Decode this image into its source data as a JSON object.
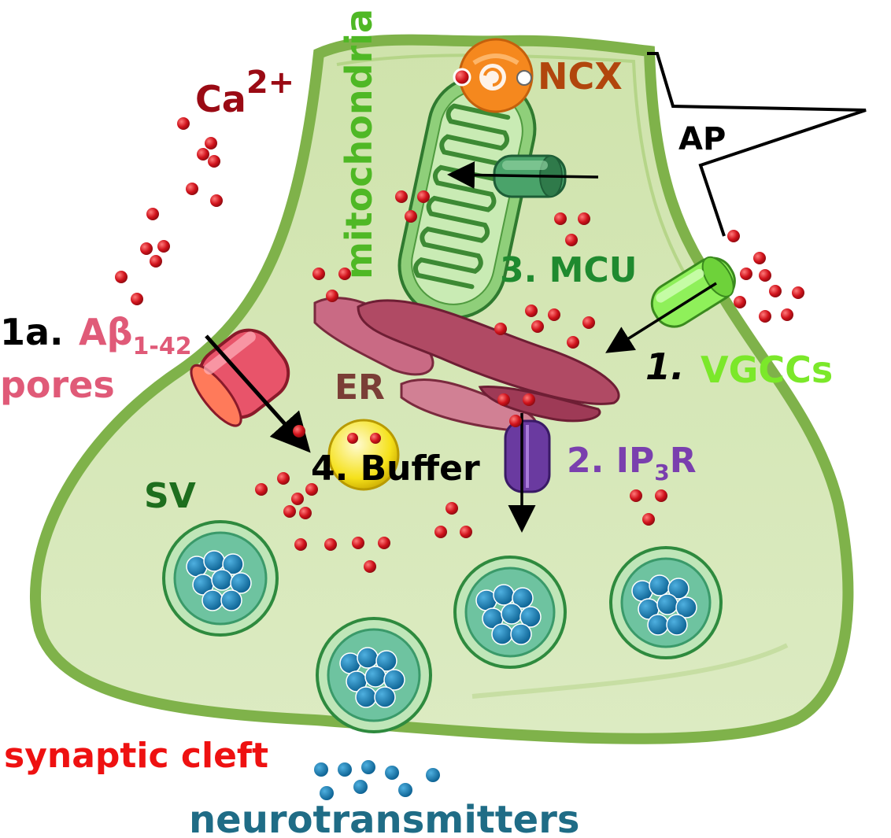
{
  "labels": {
    "ca": "Ca",
    "ca_sup": "2+",
    "ncx": "NCX",
    "mitochondria": "mitochondria",
    "ap": "AP",
    "mcu": "3. MCU",
    "abeta_num": "1a.",
    "abeta_a": "Aβ",
    "abeta_sub": "1-42",
    "abeta_pores": "pores",
    "er": "ER",
    "vgcc_num": "1.",
    "vgcc": "VGCCs",
    "buffer": "4. Buffer",
    "ip3r_a": "2. IP",
    "ip3r_sub": "3",
    "ip3r_b": "R",
    "sv": "SV",
    "cleft": "synaptic cleft",
    "nt": "neurotransmitters"
  },
  "colors": {
    "terminal_fill": "#d7e8b9",
    "terminal_border": "#7fb24a",
    "calcium": "#d0121b",
    "ncx": "#f5881e",
    "mito": "#6fbf6a",
    "er": "#b04a64",
    "abeta": "#e8546a",
    "vgcc": "#8ff05a",
    "ip3r": "#6a3aa0",
    "vesicle_core": "#0a6fa8",
    "label_ca": "#9a0a14",
    "label_ncx": "#b1460d",
    "label_mito": "#4fb825",
    "label_mcu": "#1f8a2f",
    "label_abeta": "#e05a78",
    "label_er": "#7a3e36",
    "label_vgcc": "#7be82a",
    "label_ip3r": "#7a3fae",
    "label_sv": "#1e6e1e",
    "label_cleft": "#ee1111",
    "label_nt": "#1f6c86"
  }
}
